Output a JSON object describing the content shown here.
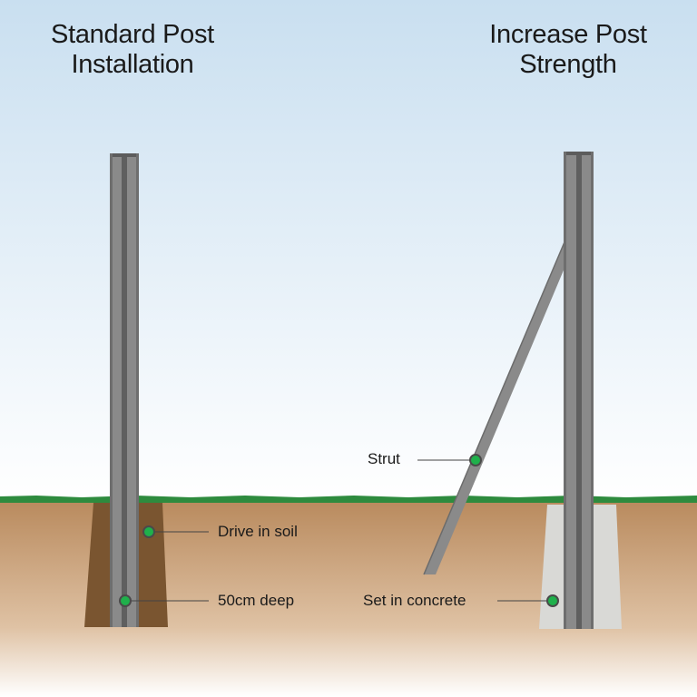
{
  "left_panel": {
    "title_line1": "Standard Post",
    "title_line2": "Installation",
    "callouts": {
      "soil": "Drive in soil",
      "depth": "50cm deep"
    }
  },
  "right_panel": {
    "title_line1": "Increase Post",
    "title_line2": "Strength",
    "callouts": {
      "strut": "Strut",
      "concrete": "Set in concrete"
    }
  },
  "colors": {
    "sky_top": "#cfe2f1",
    "sky_bottom": "#ffffff",
    "grass": "#2e8b3e",
    "ground": "#c49a72",
    "soil_fill": "#7a5530",
    "concrete": "#d9d9d6",
    "post": "#8a8a8a",
    "post_dark": "#5c5c5c",
    "marker": "#1fb04b",
    "text": "#1a1a1a"
  }
}
